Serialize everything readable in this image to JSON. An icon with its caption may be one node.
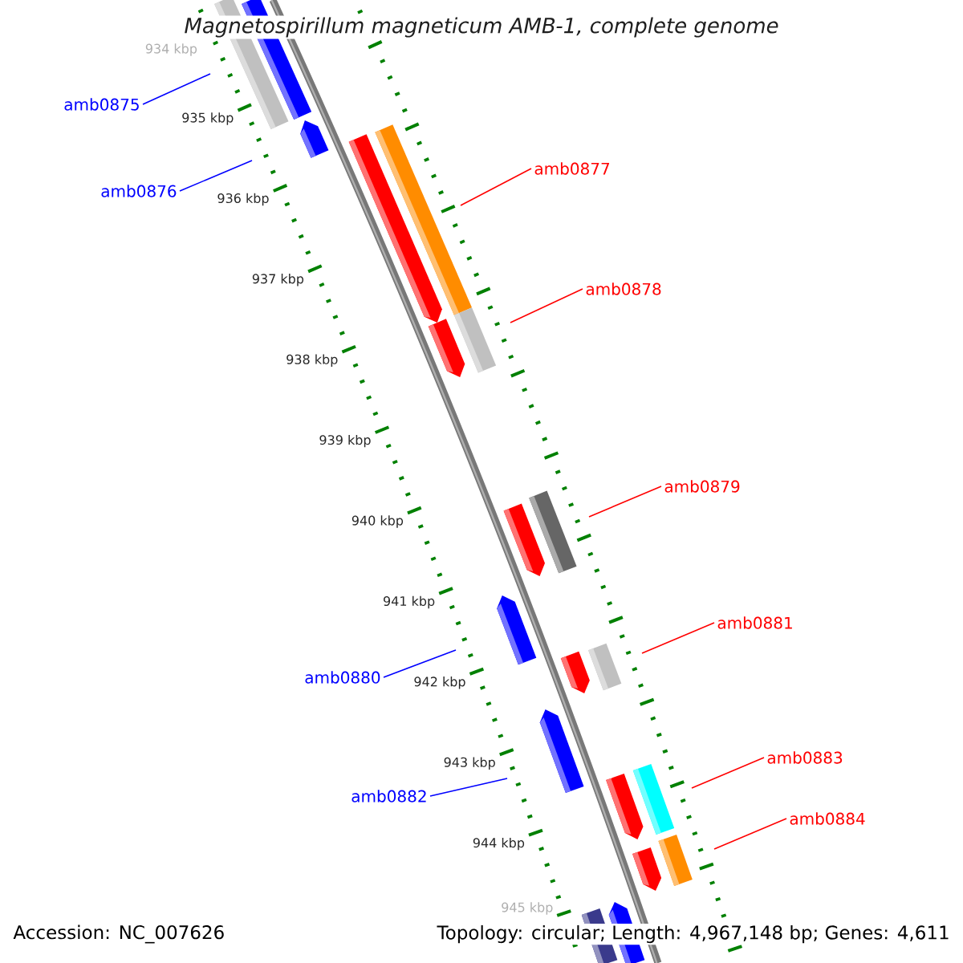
{
  "diagram": {
    "title": "Magnetospirillum magneticum AMB-1, complete genome",
    "nodes": [
      {
        "text": [
          "amb0875"
        ]
      },
      {
        "text": [
          "amb0877"
        ]
      },
      {
        "text": [
          "amb0876"
        ]
      },
      {
        "text": [
          "amb0878"
        ]
      },
      {
        "text": [
          "amb0879"
        ]
      },
      {
        "text": [
          "amb0881"
        ]
      },
      {
        "text": [
          "amb0880"
        ]
      },
      {
        "text": [
          "amb0883"
        ]
      },
      {
        "text": [
          "amb0882"
        ]
      },
      {
        "text": [
          "amb0884"
        ]
      }
    ],
    "edges": [
      {
        "from": 0,
        "to": null,
        "arrow": "none",
        "color": "#0000ff"
      },
      {
        "from": 1,
        "to": null,
        "arrow": "none"
      },
      {
        "from": 2,
        "to": null,
        "arrow": "none",
        "color": "#0000ff"
      },
      {
        "from": 3,
        "to": null,
        "arrow": "none"
      },
      {
        "from": 4,
        "to": null,
        "arrow": "none"
      },
      {
        "from": 5,
        "to": null,
        "arrow": "none"
      },
      {
        "from": 6,
        "to": null,
        "arrow": "none",
        "color": "#0000ff"
      },
      {
        "from": 7,
        "to": null,
        "arrow": "none"
      },
      {
        "from": 8,
        "to": null,
        "arrow": "none",
        "color": "#0000ff"
      },
      {
        "from": 9,
        "to": null,
        "arrow": "none"
      }
    ],
    "labels": [
      "934 kbp",
      "935 kbp",
      "936 kbp",
      "937 kbp",
      "938 kbp",
      "939 kbp",
      "940 kbp",
      "941 kbp",
      "942 kbp",
      "943 kbp",
      "944 kbp",
      "945 kbp",
      "Accession: NC_007626",
      "Topology: circular; Length: 4,967,148 bp; Genes: 4,611"
    ]
  }
}
